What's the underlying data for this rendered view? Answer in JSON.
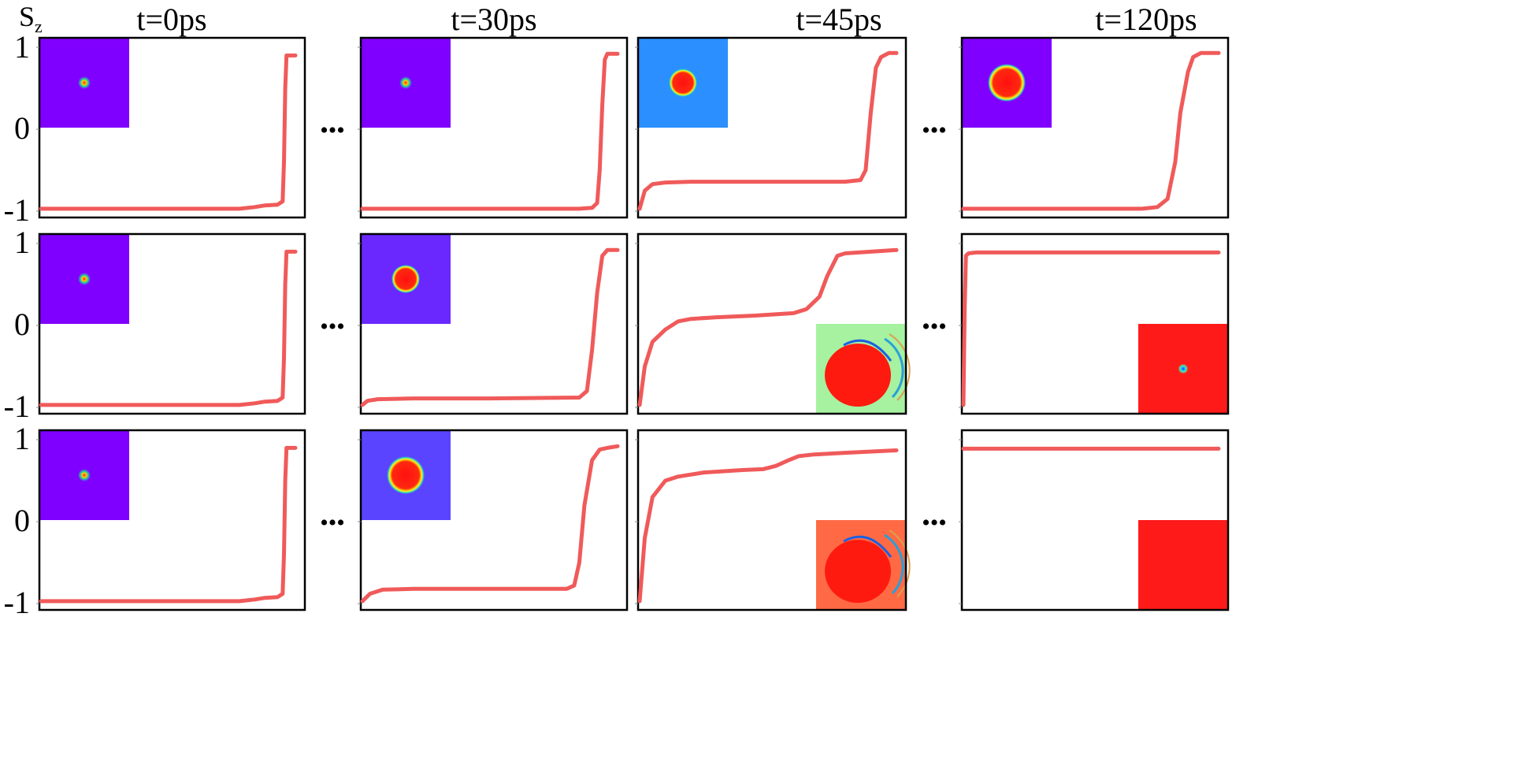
{
  "figure": {
    "ylabel_main": "S",
    "ylabel_sub": "z",
    "ellipsis": "•••",
    "line_color": "#f05a5a"
  },
  "chart_data": {
    "type": "line",
    "columns": [
      "t=0ps",
      "t=30ps",
      "t=45ps",
      "t=120ps"
    ],
    "rows": 3,
    "ylim": [
      -1,
      1
    ],
    "y_ticks": [
      "1",
      "0",
      "-1"
    ],
    "xlim": [
      0,
      1
    ],
    "grid": false,
    "panels": [
      {
        "row": 0,
        "col": 0,
        "inset": {
          "corner": "top-left",
          "bg": "#7f00ff",
          "blob": "tiny"
        },
        "x": [
          0,
          0.55,
          0.78,
          0.84,
          0.88,
          0.93,
          0.94,
          0.95,
          0.955,
          0.96,
          0.965,
          1
        ],
        "y": [
          -0.97,
          -0.97,
          -0.97,
          -0.95,
          -0.93,
          -0.92,
          -0.9,
          -0.88,
          -0.4,
          0.5,
          0.9,
          0.9
        ]
      },
      {
        "row": 0,
        "col": 1,
        "inset": {
          "corner": "top-left",
          "bg": "#7f00ff",
          "blob": "tiny"
        },
        "x": [
          0,
          0.85,
          0.9,
          0.92,
          0.93,
          0.94,
          0.95,
          0.96,
          1
        ],
        "y": [
          -0.97,
          -0.97,
          -0.96,
          -0.9,
          -0.5,
          0.3,
          0.85,
          0.92,
          0.92
        ]
      },
      {
        "row": 0,
        "col": 2,
        "inset": {
          "corner": "top-left",
          "bg": "#2b8fff",
          "blob": "small"
        },
        "x": [
          0,
          0.02,
          0.05,
          0.1,
          0.2,
          0.5,
          0.8,
          0.86,
          0.88,
          0.9,
          0.92,
          0.94,
          0.97,
          1
        ],
        "y": [
          -0.97,
          -0.75,
          -0.67,
          -0.65,
          -0.64,
          -0.64,
          -0.64,
          -0.62,
          -0.5,
          0.2,
          0.75,
          0.88,
          0.93,
          0.93
        ]
      },
      {
        "row": 0,
        "col": 3,
        "inset": {
          "corner": "top-left",
          "bg": "#7f00ff",
          "blob": "medium"
        },
        "x": [
          0,
          0.7,
          0.76,
          0.8,
          0.83,
          0.85,
          0.88,
          0.9,
          0.93,
          0.97,
          1
        ],
        "y": [
          -0.97,
          -0.97,
          -0.95,
          -0.85,
          -0.4,
          0.2,
          0.7,
          0.88,
          0.93,
          0.93,
          0.93
        ]
      },
      {
        "row": 1,
        "col": 0,
        "inset": {
          "corner": "top-left",
          "bg": "#7f00ff",
          "blob": "tiny"
        },
        "x": [
          0,
          0.55,
          0.78,
          0.84,
          0.88,
          0.93,
          0.94,
          0.95,
          0.955,
          0.96,
          0.965,
          1
        ],
        "y": [
          -0.97,
          -0.97,
          -0.97,
          -0.95,
          -0.93,
          -0.92,
          -0.9,
          -0.88,
          -0.4,
          0.5,
          0.9,
          0.9
        ]
      },
      {
        "row": 1,
        "col": 1,
        "inset": {
          "corner": "top-left",
          "bg": "#6a28ff",
          "blob": "small"
        },
        "x": [
          0,
          0.02,
          0.06,
          0.2,
          0.5,
          0.85,
          0.88,
          0.9,
          0.92,
          0.94,
          0.96,
          1
        ],
        "y": [
          -0.97,
          -0.92,
          -0.9,
          -0.89,
          -0.89,
          -0.88,
          -0.8,
          -0.3,
          0.4,
          0.85,
          0.92,
          0.92
        ]
      },
      {
        "row": 1,
        "col": 2,
        "inset": {
          "corner": "bottom-right",
          "bg": "#a6f2a0",
          "blob": "large-lopsided"
        },
        "x": [
          0,
          0.02,
          0.05,
          0.1,
          0.15,
          0.2,
          0.3,
          0.45,
          0.6,
          0.65,
          0.7,
          0.73,
          0.77,
          0.8,
          0.9,
          1
        ],
        "y": [
          -0.97,
          -0.5,
          -0.2,
          -0.05,
          0.05,
          0.08,
          0.1,
          0.12,
          0.15,
          0.2,
          0.35,
          0.6,
          0.85,
          0.88,
          0.9,
          0.92
        ]
      },
      {
        "row": 1,
        "col": 3,
        "inset": {
          "corner": "bottom-right",
          "bg": "#ff1a1a",
          "blob": "tiny-inverted"
        },
        "x": [
          0,
          0.005,
          0.01,
          0.02,
          0.05,
          0.5,
          1
        ],
        "y": [
          -0.97,
          0.2,
          0.85,
          0.88,
          0.89,
          0.89,
          0.89
        ]
      },
      {
        "row": 2,
        "col": 0,
        "inset": {
          "corner": "top-left",
          "bg": "#7f00ff",
          "blob": "tiny"
        },
        "x": [
          0,
          0.55,
          0.78,
          0.84,
          0.88,
          0.93,
          0.94,
          0.95,
          0.955,
          0.96,
          0.965,
          1
        ],
        "y": [
          -0.97,
          -0.97,
          -0.97,
          -0.95,
          -0.93,
          -0.92,
          -0.9,
          -0.88,
          -0.4,
          0.5,
          0.9,
          0.9
        ]
      },
      {
        "row": 2,
        "col": 1,
        "inset": {
          "corner": "top-left",
          "bg": "#5a44ff",
          "blob": "medium"
        },
        "x": [
          0,
          0.03,
          0.08,
          0.2,
          0.5,
          0.8,
          0.83,
          0.85,
          0.87,
          0.9,
          0.93,
          0.96,
          1
        ],
        "y": [
          -0.97,
          -0.88,
          -0.83,
          -0.82,
          -0.82,
          -0.82,
          -0.78,
          -0.5,
          0.2,
          0.75,
          0.88,
          0.9,
          0.92
        ]
      },
      {
        "row": 2,
        "col": 2,
        "inset": {
          "corner": "bottom-right",
          "bg": "#ff6a44",
          "blob": "large-lopsided"
        },
        "x": [
          0,
          0.02,
          0.05,
          0.1,
          0.15,
          0.25,
          0.4,
          0.48,
          0.53,
          0.58,
          0.62,
          0.68,
          0.8,
          1
        ],
        "y": [
          -0.97,
          -0.2,
          0.3,
          0.5,
          0.55,
          0.6,
          0.63,
          0.64,
          0.68,
          0.75,
          0.8,
          0.82,
          0.84,
          0.87
        ]
      },
      {
        "row": 2,
        "col": 3,
        "inset": {
          "corner": "bottom-right",
          "bg": "#ff1a1a",
          "blob": "none"
        },
        "x": [
          0,
          0.5,
          1
        ],
        "y": [
          0.89,
          0.89,
          0.89
        ]
      }
    ]
  }
}
